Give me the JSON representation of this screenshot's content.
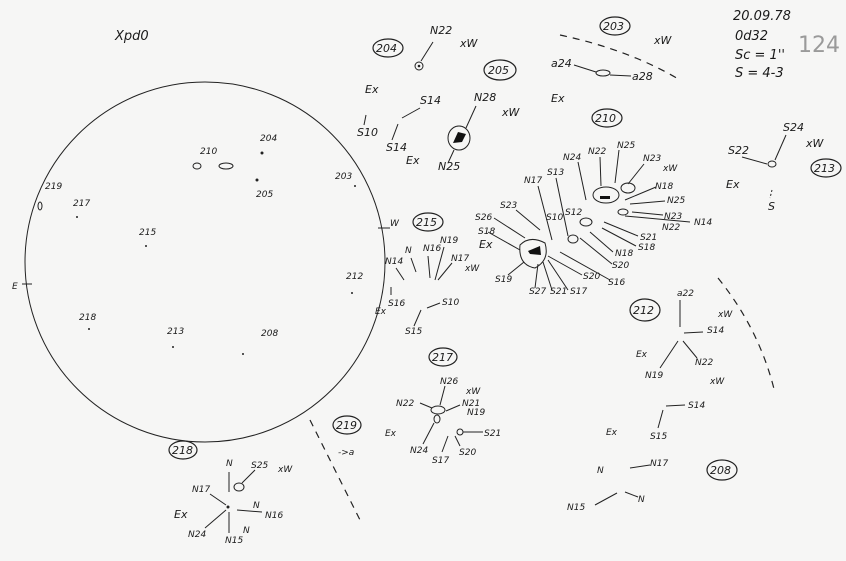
{
  "header": {
    "title": "Xpd0",
    "date": "20.09.78",
    "time": "0d32",
    "scale": "Sc = 1''",
    "seeing": "S = 4-3",
    "sheet_number": "124"
  },
  "disk": {
    "east": "E",
    "west": "W",
    "labels": [
      "210",
      "204",
      "205",
      "203",
      "219",
      "217",
      "215",
      "212",
      "218",
      "213",
      "208"
    ]
  },
  "g204": {
    "id": "204",
    "labels": [
      "N22",
      "xW",
      "Ex",
      "S10",
      "S14",
      "S14",
      "Ex"
    ]
  },
  "g205": {
    "id": "205",
    "labels": [
      "N28",
      "xW",
      "N25"
    ]
  },
  "g203": {
    "id": "203",
    "labels": [
      "xW",
      "a24",
      "a28",
      "Ex"
    ]
  },
  "g210": {
    "id": "210",
    "labels": [
      "N24",
      "N22",
      "N25",
      "N23",
      "xW",
      "N18",
      "N25",
      "N23",
      "N14",
      "N22",
      "S21",
      "S18",
      "N18",
      "S20",
      "S16",
      "S20",
      "S17",
      "S21",
      "S27",
      "S19",
      "Ex",
      "S18",
      "S26",
      "S23",
      "N17",
      "S13",
      "S10",
      "S12"
    ]
  },
  "g213": {
    "id": "213",
    "labels": [
      "S24",
      "xW",
      "S22",
      "Ex",
      "S"
    ]
  },
  "g215": {
    "id": "215",
    "labels": [
      "N14",
      "N",
      "N16",
      "N19",
      "N17",
      "xW",
      "S16",
      "Ex",
      "S10",
      "S15"
    ]
  },
  "g212": {
    "id": "212",
    "labels": [
      "a22",
      "S14",
      "xW",
      "Ex",
      "N19",
      "N22",
      "xW",
      "S14",
      "S15",
      "Ex",
      "N",
      "N17",
      "N15",
      "N"
    ]
  },
  "g208": {
    "id": "208"
  },
  "g217": {
    "id": "217",
    "labels": [
      "N26",
      "xW",
      "N22",
      "N21",
      "N19",
      "S21",
      "Ex",
      "N24",
      "S17",
      "S20"
    ]
  },
  "g219": {
    "id": "219",
    "labels": [
      "->a"
    ]
  },
  "g218": {
    "id": "218",
    "labels": [
      "N",
      "S25",
      "xW",
      "N17",
      "Ex",
      "N24",
      "N15",
      "N",
      "N16",
      "N"
    ]
  }
}
